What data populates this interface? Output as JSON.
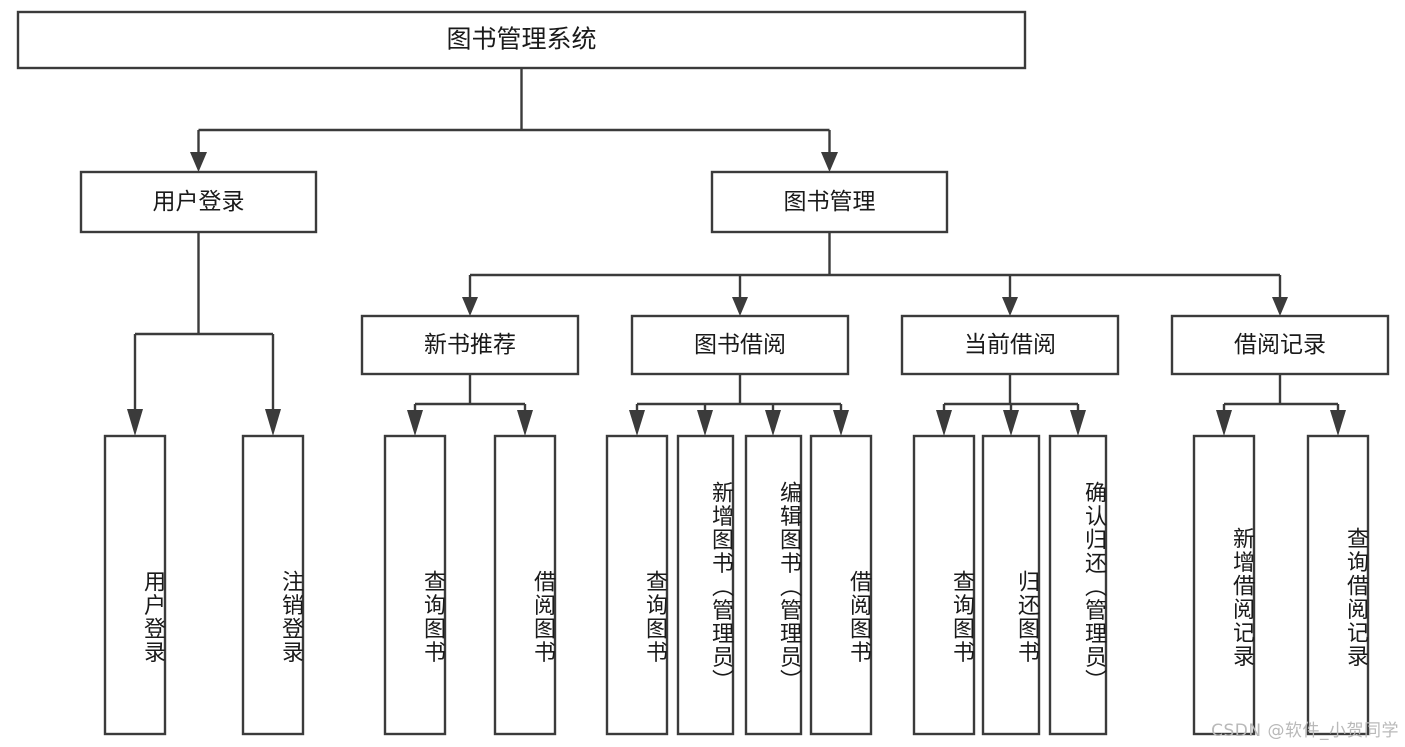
{
  "diagram": {
    "type": "tree-hierarchy",
    "title": "图书管理系统",
    "orientation": "top-down",
    "colors": {
      "box_stroke": "#3b3b3b",
      "box_fill": "#ffffff",
      "edge": "#3b3b3b",
      "text": "#1a1a1a",
      "watermark": "#b9b9b9",
      "background": "#ffffff"
    },
    "root": {
      "label": "图书管理系统"
    },
    "level2": [
      {
        "id": "user-login",
        "label": "用户登录"
      },
      {
        "id": "book-manage",
        "label": "图书管理"
      }
    ],
    "level3": [
      {
        "id": "new-book-recommend",
        "label": "新书推荐",
        "parent": "book-manage"
      },
      {
        "id": "book-borrow",
        "label": "图书借阅",
        "parent": "book-manage"
      },
      {
        "id": "current-borrow",
        "label": "当前借阅",
        "parent": "book-manage"
      },
      {
        "id": "borrow-record",
        "label": "借阅记录",
        "parent": "book-manage"
      }
    ],
    "leaves": {
      "user-login": [
        {
          "id": "leaf-user-login",
          "label": "用户登录"
        },
        {
          "id": "leaf-logout",
          "label": "注销登录"
        }
      ],
      "new-book-recommend": [
        {
          "id": "leaf-query-book-1",
          "label": "查询图书"
        },
        {
          "id": "leaf-borrow-book-1",
          "label": "借阅图书"
        }
      ],
      "book-borrow": [
        {
          "id": "leaf-query-book-2",
          "label": "查询图书"
        },
        {
          "id": "leaf-add-book",
          "label": "新增图书（管理员）"
        },
        {
          "id": "leaf-edit-book",
          "label": "编辑图书（管理员）"
        },
        {
          "id": "leaf-borrow-book-2",
          "label": "借阅图书"
        }
      ],
      "current-borrow": [
        {
          "id": "leaf-query-book-3",
          "label": "查询图书"
        },
        {
          "id": "leaf-return-book",
          "label": "归还图书"
        },
        {
          "id": "leaf-confirm-return",
          "label": "确认归还（管理员）"
        }
      ],
      "borrow-record": [
        {
          "id": "leaf-add-record",
          "label": "新增借阅记录"
        },
        {
          "id": "leaf-query-record",
          "label": "查询借阅记录"
        }
      ]
    }
  },
  "watermark": {
    "text": "CSDN @软件_小贺同学"
  }
}
